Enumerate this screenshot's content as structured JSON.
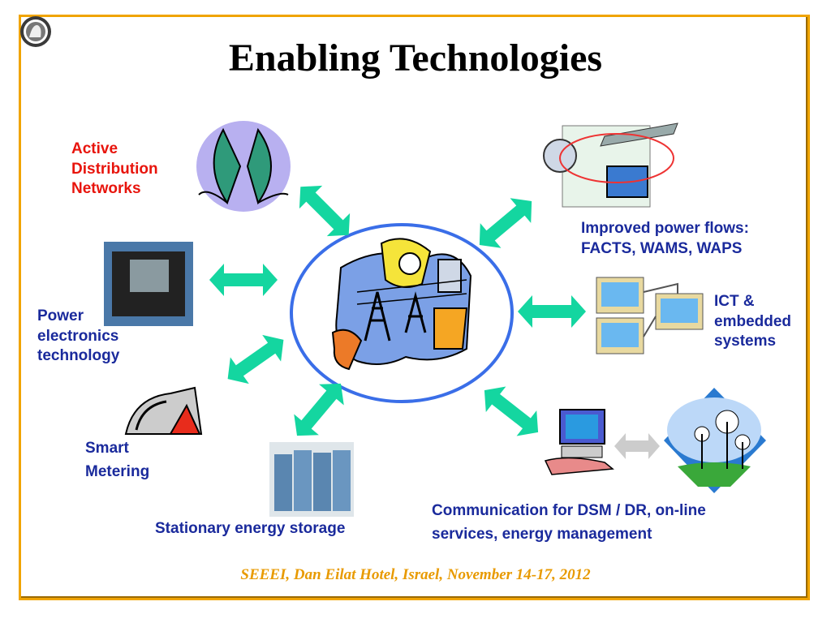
{
  "slide": {
    "title": "Enabling Technologies",
    "footer": "SEEEI, Dan Eilat Hotel, Israel, November 14-17, 2012"
  },
  "labels": {
    "active_distribution": [
      "Active",
      "Distribution",
      "Networks"
    ],
    "power_electronics": [
      "Power",
      "electronics",
      "technology"
    ],
    "smart_metering": [
      "Smart",
      "Metering"
    ],
    "storage": [
      "Stationary energy storage"
    ],
    "improved_power_flows": [
      "Improved power flows:",
      "FACTS, WAMS, WAPS"
    ],
    "ict": [
      "ICT &",
      "embedded",
      "systems"
    ],
    "communication": [
      "Communication for DSM / DR, on-line",
      "services, energy management"
    ]
  },
  "colors": {
    "border": "#f0a400",
    "title": "#000000",
    "label_blue": "#1a2a9c",
    "label_red": "#e8140c",
    "footer": "#e89a00",
    "arrow_green": "#14d6a0",
    "arrow_grey": "#cccccc",
    "ellipse": "#3a6ee8"
  },
  "icons": {
    "globe": "globe-split-icon",
    "satellite": "satellite-network-icon",
    "module": "power-module-icon",
    "computers": "networked-computers-icon",
    "gauge": "meter-gauge-icon",
    "capacitors": "capacitor-bank-icon",
    "hands": "computer-keyboard-hands-icon",
    "wind": "wind-turbines-icon",
    "grid": "power-grid-clipart-icon",
    "logo": "university-seal-logo"
  }
}
